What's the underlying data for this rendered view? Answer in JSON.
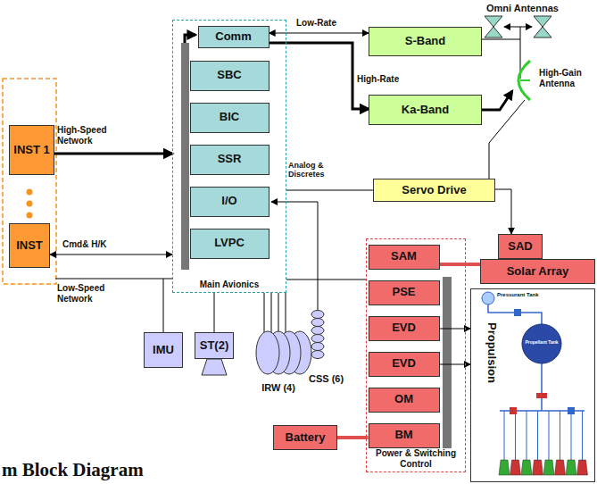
{
  "diagram": {
    "title": "m Block Diagram",
    "nodes": [
      {
        "text": [
          "INST 1"
        ]
      },
      {
        "text": [
          "INST"
        ]
      },
      {
        "text": [
          "Main Avionics"
        ]
      },
      {
        "text": [
          "Comm"
        ],
        "in": 2
      },
      {
        "text": [
          "SBC"
        ],
        "in": 2
      },
      {
        "text": [
          "BIC"
        ],
        "in": 2
      },
      {
        "text": [
          "SSR"
        ],
        "in": 2
      },
      {
        "text": [
          "I/O"
        ],
        "in": 2
      },
      {
        "text": [
          "LVPC"
        ],
        "in": 2
      },
      {
        "text": [
          "S-Band"
        ]
      },
      {
        "text": [
          "Ka-Band"
        ]
      },
      {
        "text": [
          "Servo Drive"
        ]
      },
      {
        "text": [
          "SAD"
        ]
      },
      {
        "text": [
          "Solar Array"
        ]
      },
      {
        "text": [
          "Power & Switching Control"
        ]
      },
      {
        "text": [
          "SAM"
        ],
        "in": 14
      },
      {
        "text": [
          "PSE"
        ],
        "in": 14
      },
      {
        "text": [
          "EVD"
        ],
        "in": 14
      },
      {
        "text": [
          "EVD"
        ],
        "in": 14
      },
      {
        "text": [
          "OM"
        ],
        "in": 14
      },
      {
        "text": [
          "BM"
        ],
        "in": 14
      },
      {
        "text": [
          "Battery"
        ]
      },
      {
        "text": [
          "IMU"
        ]
      },
      {
        "text": [
          "ST(2)"
        ]
      },
      {
        "text": [
          "Propulsion"
        ]
      }
    ],
    "edges": [
      {
        "from": 0,
        "to": 2,
        "arrow": "to",
        "label": "High-Speed Network"
      },
      {
        "from": 1,
        "to": 2,
        "arrow": "both",
        "label": "Cmd& H/K"
      },
      {
        "from": 3,
        "to": 9,
        "arrow": "both",
        "label": "Low-Rate"
      },
      {
        "from": 3,
        "to": 10,
        "arrow": "to",
        "label": "High-Rate"
      },
      {
        "from": 11,
        "to": 12,
        "arrow": "to"
      },
      {
        "from": 11,
        "to": 2,
        "arrow": "none"
      },
      {
        "from": 15,
        "to": 13,
        "arrow": "none"
      },
      {
        "from": 21,
        "to": 20,
        "arrow": "none"
      },
      {
        "from": 17,
        "to": 24,
        "arrow": "to"
      },
      {
        "from": 18,
        "to": 24,
        "arrow": "to"
      }
    ],
    "labels": [
      "Omni Antennas",
      "High-Gain Antenna",
      "Analog & Discretes",
      "Low-Speed Network",
      "IRW (4)",
      "CSS (6)",
      "Pressurant Tank",
      "Propellant Tank"
    ]
  }
}
